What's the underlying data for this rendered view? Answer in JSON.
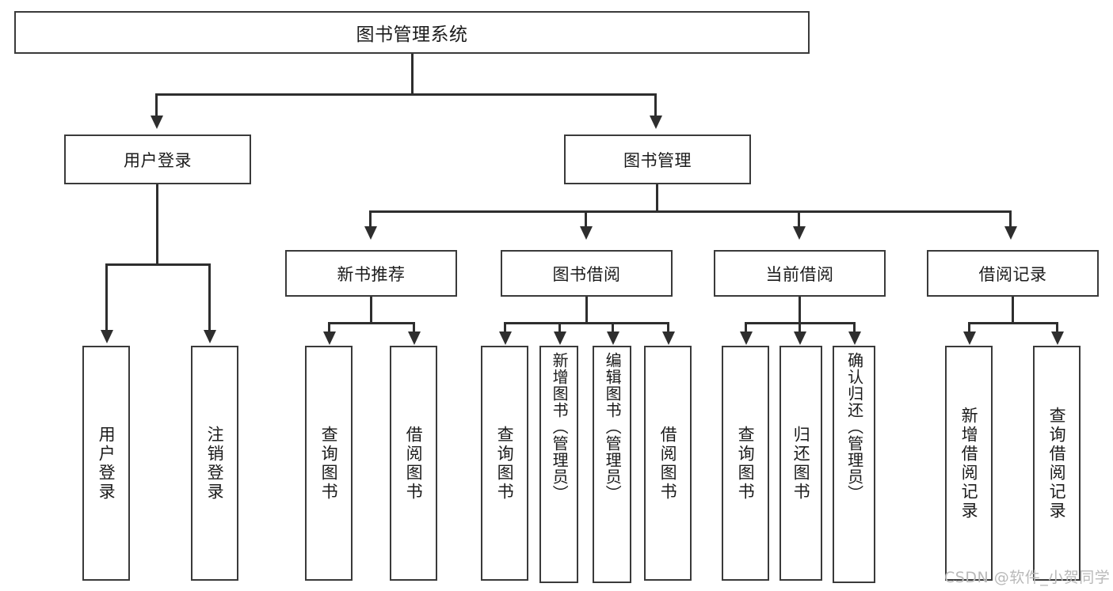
{
  "diagram": {
    "type": "tree-hierarchy-diagram",
    "root": {
      "label": "图书管理系统"
    },
    "level2": [
      {
        "id": "user-login",
        "label": "用户登录"
      },
      {
        "id": "book-management",
        "label": "图书管理"
      }
    ],
    "level3": [
      {
        "id": "new-book-recommend",
        "label": "新书推荐"
      },
      {
        "id": "book-borrow",
        "label": "图书借阅"
      },
      {
        "id": "current-borrow",
        "label": "当前借阅"
      },
      {
        "id": "borrow-record",
        "label": "借阅记录"
      }
    ],
    "leaves": {
      "user_login": [
        {
          "id": "leaf-user-login",
          "label": "用户登录"
        },
        {
          "id": "leaf-user-logout",
          "label": "注销登录"
        }
      ],
      "new_book_recommend": [
        {
          "id": "leaf-query-book-1",
          "label": "查询图书"
        },
        {
          "id": "leaf-borrow-book-1",
          "label": "借阅图书"
        }
      ],
      "book_borrow": [
        {
          "id": "leaf-query-book-2",
          "label": "查询图书"
        },
        {
          "id": "leaf-add-book",
          "label": "新增图书（管理员）"
        },
        {
          "id": "leaf-edit-book",
          "label": "编辑图书（管理员）"
        },
        {
          "id": "leaf-borrow-book-2",
          "label": "借阅图书"
        }
      ],
      "current_borrow": [
        {
          "id": "leaf-query-book-3",
          "label": "查询图书"
        },
        {
          "id": "leaf-return-book",
          "label": "归还图书"
        },
        {
          "id": "leaf-confirm-return",
          "label": "确认归还（管理员）"
        }
      ],
      "borrow_record": [
        {
          "id": "leaf-add-record",
          "label": "新增借阅记录"
        },
        {
          "id": "leaf-query-record",
          "label": "查询借阅记录"
        }
      ]
    }
  },
  "watermark": {
    "text": "CSDN @软件_小贺同学"
  },
  "colors": {
    "box_border": "#3a3a3a",
    "box_fill": "#ffffff",
    "text": "#1b1b1b",
    "connector": "#2e2e2e",
    "watermark": "#b9b9b9",
    "background": "#ffffff"
  }
}
